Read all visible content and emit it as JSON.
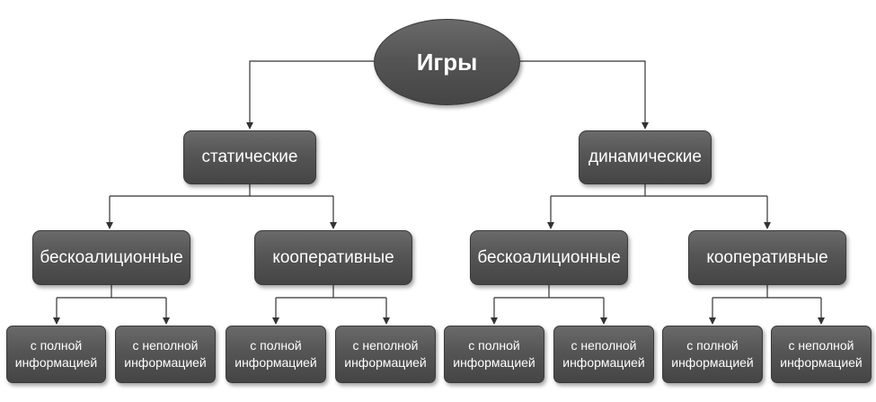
{
  "diagram": {
    "root": "Игры",
    "branches": [
      {
        "label": "статические",
        "children": [
          {
            "label": "бескоалиционные",
            "leaves": [
              [
                "с полной",
                "информацией"
              ],
              [
                "с неполной",
                "информацией"
              ]
            ]
          },
          {
            "label": "кооперативные",
            "leaves": [
              [
                "с полной",
                "информацией"
              ],
              [
                "с неполной",
                "информацией"
              ]
            ]
          }
        ]
      },
      {
        "label": "динамические",
        "children": [
          {
            "label": "бескоалиционные",
            "leaves": [
              [
                "с полной",
                "информацией"
              ],
              [
                "с неполной",
                "информацией"
              ]
            ]
          },
          {
            "label": "кооперативные",
            "leaves": [
              [
                "с полной",
                "информацией"
              ],
              [
                "с неполной",
                "информацией"
              ]
            ]
          }
        ]
      }
    ],
    "colors": {
      "node": "#555555",
      "text": "#ffffff",
      "line": "#333333"
    }
  }
}
